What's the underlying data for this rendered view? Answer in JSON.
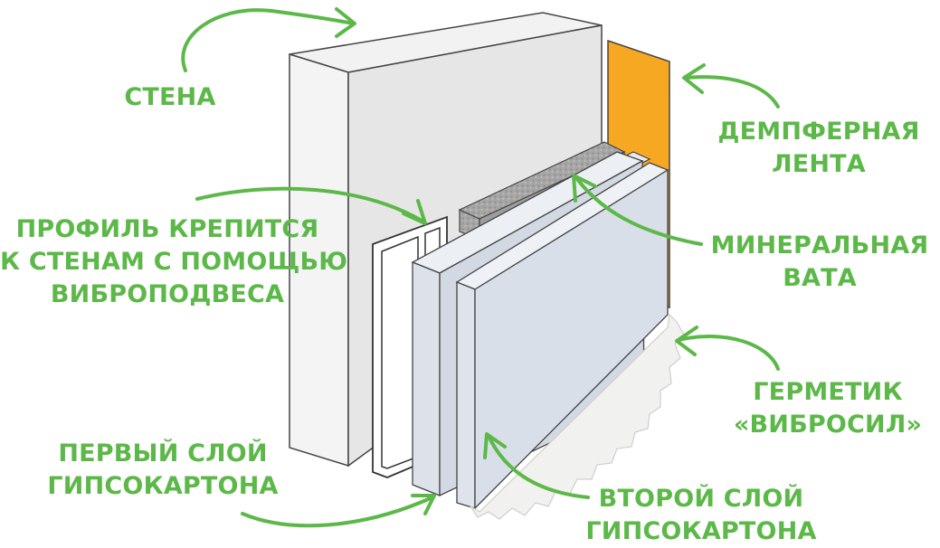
{
  "diagram": {
    "labels": {
      "wall": [
        "СТЕНА"
      ],
      "damper_tape": [
        "ДЕМПФЕРНАЯ",
        "ЛЕНТА"
      ],
      "profile": [
        "ПРОФИЛЬ КРЕПИТСЯ",
        "К СТЕНАМ С ПОМОЩЬЮ",
        "ВИБРОПОДВЕСА"
      ],
      "mineral_wool": [
        "МИНЕРАЛЬНАЯ",
        "ВАТА"
      ],
      "sealant": [
        "ГЕРМЕТИК",
        "«ВИБРОСИЛ»"
      ],
      "first_layer": [
        "ПЕРВЫЙ СЛОЙ",
        "ГИПСОКАРТОНА"
      ],
      "second_layer": [
        "ВТОРОЙ СЛОЙ",
        "ГИПСОКАРТОНА"
      ]
    },
    "colors": {
      "label": "#5cb848",
      "arrow": "#5cb848",
      "tape": "#f5a623",
      "wall_front": "#e9e9e9",
      "wall_side": "#f6f6f6",
      "board": "#dde2ea",
      "wool": "#a9a9a9"
    }
  }
}
